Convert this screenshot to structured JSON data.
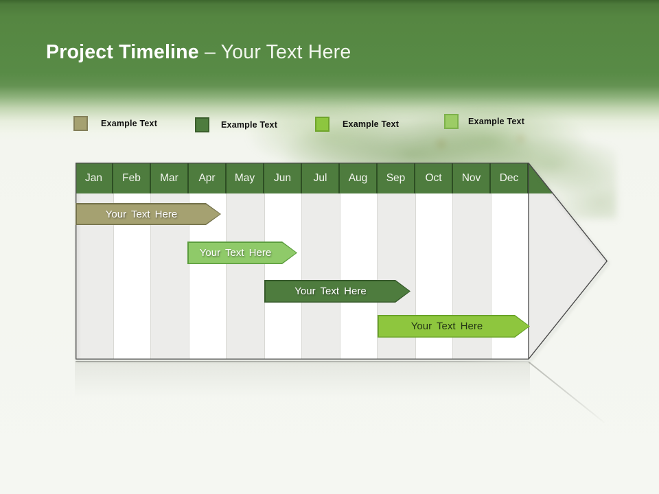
{
  "slide": {
    "title": {
      "bold": "Project Timeline",
      "suffix": "– Your Text Here"
    }
  },
  "legend": {
    "items": [
      {
        "label": "Example Text",
        "color": "#a5a171",
        "border": "#84805a"
      },
      {
        "label": "Example Text",
        "color": "#4e7c3e",
        "border": "#3a5e2c"
      },
      {
        "label": "Example Text",
        "color": "#8dc63f",
        "border": "#6fa42c"
      },
      {
        "label": "Example Text",
        "color": "#9ccc65",
        "border": "#7db14b"
      }
    ]
  },
  "timeline": {
    "months": [
      "Jan",
      "Feb",
      "Mar",
      "Apr",
      "May",
      "Jun",
      "Jul",
      "Aug",
      "Sep",
      "Oct",
      "Nov",
      "Dec"
    ],
    "header_color": "#4e7c3e",
    "header_text_color": "#f3f5ef",
    "bars": [
      {
        "label": "Your Text Here",
        "start": "Jan",
        "end": "Apr",
        "color": "#a5a171",
        "border": "#73714a",
        "text_color": "#ffffff"
      },
      {
        "label": "Your Text Here",
        "start": "Apr",
        "end": "Jun",
        "color": "#8fca69",
        "border": "#5a9c3c",
        "text_color": "#ffffff"
      },
      {
        "label": "Your Text Here",
        "start": "Jun",
        "end": "Sep",
        "color": "#4e7c3e",
        "border": "#35592a",
        "text_color": "#ffffff"
      },
      {
        "label": "Your Text Here",
        "start": "Sep",
        "end": "Dec",
        "color": "#8ec63e",
        "border": "#69a327",
        "text_color": "#243516"
      }
    ]
  }
}
